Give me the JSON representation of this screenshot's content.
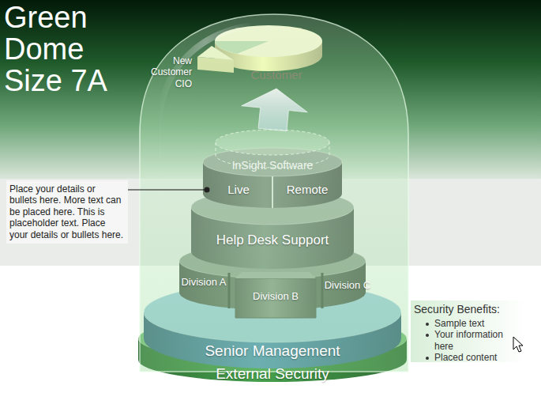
{
  "diagram": {
    "title": "Green Dome Size 7A",
    "nodes": [
      {
        "text": [
          "Customer"
        ]
      },
      {
        "text": [
          "InSight Software"
        ]
      },
      {
        "text": [
          "Live"
        ]
      },
      {
        "text": [
          "Remote"
        ]
      },
      {
        "text": [
          "Help Desk Support"
        ]
      },
      {
        "text": [
          "Division A"
        ]
      },
      {
        "text": [
          "Division B"
        ]
      },
      {
        "text": [
          "Division C"
        ]
      },
      {
        "text": [
          "Senior Management"
        ]
      },
      {
        "text": [
          "External Security"
        ]
      },
      {
        "text": [
          "Place your details or bullets here. More text can be placed here. This is placeholder text. Place your details or bullets here."
        ]
      },
      {
        "text": [
          "Security Benefits:",
          "Sample text",
          "Your information here",
          "Placed content"
        ]
      }
    ],
    "edges": [
      {
        "from": 1,
        "to": 0,
        "arrow": "to"
      },
      {
        "from": 10,
        "to": 2,
        "arrow": "none"
      }
    ],
    "labels": [
      "New Customer CIO"
    ]
  }
}
